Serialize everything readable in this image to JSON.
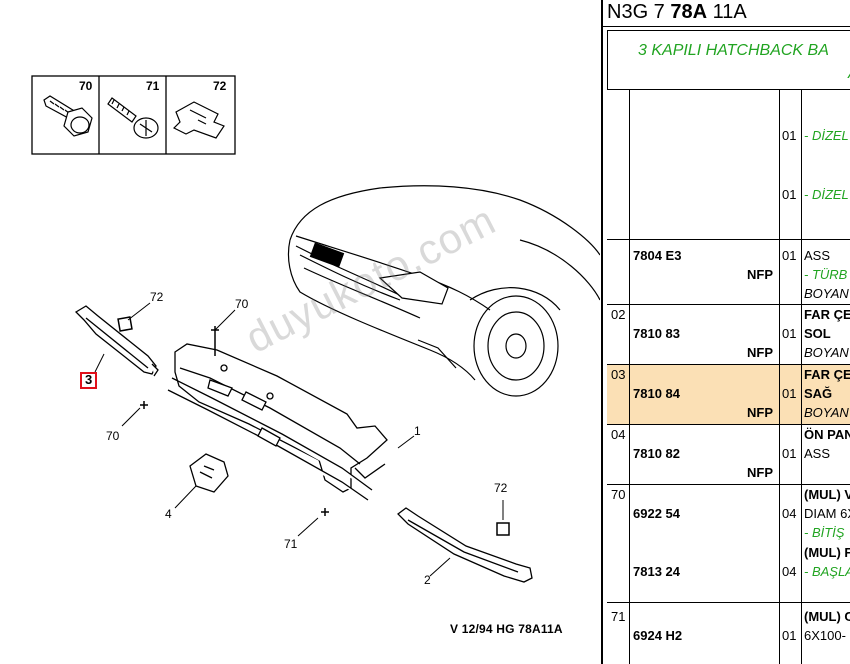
{
  "diagram": {
    "hardware_labels": [
      "70",
      "71",
      "72"
    ],
    "callouts": {
      "c72a": "72",
      "c70a": "70",
      "c3": "3",
      "c70b": "70",
      "c1": "1",
      "c4": "4",
      "c71": "71",
      "c72b": "72",
      "c2": "2"
    },
    "version": "V 12/94 HG 78A11A",
    "watermark": "duyukoto.com"
  },
  "doc": {
    "header_prefix": "N3G 7 ",
    "header_bold": "78A",
    "header_suffix": " 11A",
    "title": "3 KAPILI HATCHBACK BA",
    "title_sub": "A"
  },
  "rows": [
    {
      "ref": "",
      "pn": "",
      "nfp": "",
      "lines": [
        {
          "qty": "01",
          "text": "- DİZEL",
          "style": "green"
        },
        {
          "qty": "01",
          "text": "- DİZEL",
          "style": "green"
        }
      ]
    },
    {
      "ref": "",
      "pn": "7804 E3",
      "nfp": "NFP",
      "lines": [
        {
          "qty": "01",
          "text": "ASS",
          "style": ""
        },
        {
          "qty": "",
          "text": "- TÜRB",
          "style": "green"
        },
        {
          "qty": "",
          "text": "BOYAN",
          "style": "it"
        }
      ]
    },
    {
      "ref": "02",
      "pn": "7810 83",
      "nfp": "NFP",
      "lines": [
        {
          "qty": "",
          "text": "FAR ÇE",
          "style": "bold"
        },
        {
          "qty": "01",
          "text": "SOL",
          "style": "bold"
        },
        {
          "qty": "",
          "text": "BOYAN",
          "style": "it"
        }
      ]
    },
    {
      "ref": "03",
      "pn": "7810 84",
      "nfp": "NFP",
      "highlight": true,
      "lines": [
        {
          "qty": "",
          "text": "FAR ÇE",
          "style": "bold"
        },
        {
          "qty": "01",
          "text": "SAĞ",
          "style": "bold"
        },
        {
          "qty": "",
          "text": "BOYAN",
          "style": "it"
        }
      ]
    },
    {
      "ref": "04",
      "pn": "7810 82",
      "nfp": "NFP",
      "lines": [
        {
          "qty": "",
          "text": "ÖN PAN",
          "style": "bold"
        },
        {
          "qty": "01",
          "text": "ASS",
          "style": ""
        }
      ]
    },
    {
      "ref": "70",
      "pn": "6922 54",
      "pn2": "7813 24",
      "nfp": "",
      "lines": [
        {
          "qty": "",
          "text": "(MUL) V",
          "style": "bold"
        },
        {
          "qty": "04",
          "text": "DIAM 6X",
          "style": ""
        },
        {
          "qty": "",
          "text": "- BİTİŞ",
          "style": "green"
        },
        {
          "qty": "",
          "text": "(MUL) F",
          "style": "bold"
        },
        {
          "qty": "04",
          "text": "- BAŞLA",
          "style": "green"
        }
      ]
    },
    {
      "ref": "71",
      "pn": "6924 H2",
      "nfp": "",
      "lines": [
        {
          "qty": "",
          "text": "(MUL) C",
          "style": "bold"
        },
        {
          "qty": "01",
          "text": "6X100-",
          "style": ""
        }
      ]
    }
  ]
}
